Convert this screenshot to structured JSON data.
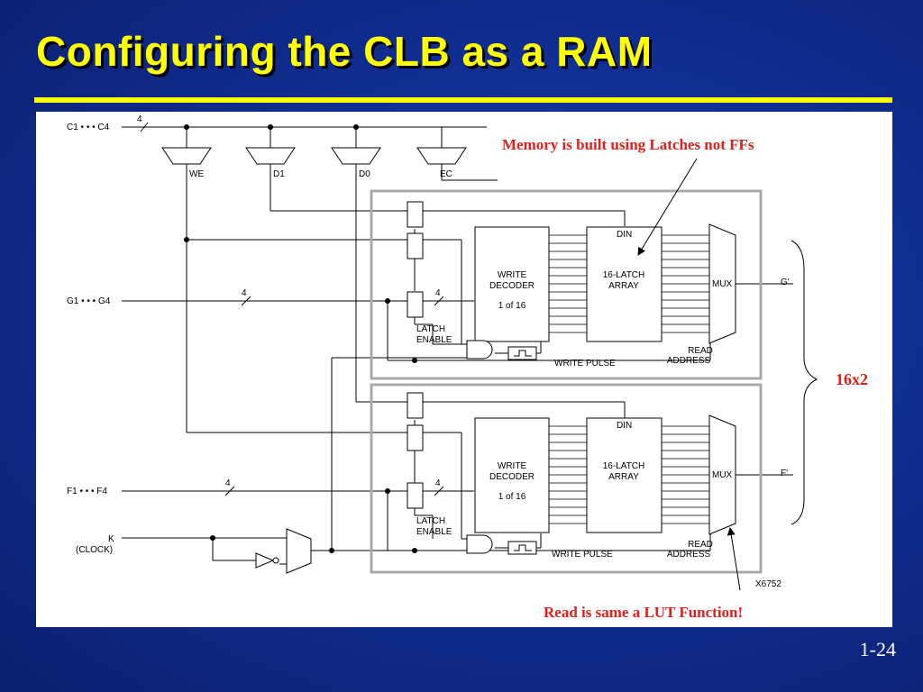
{
  "slide": {
    "title": "Configuring the CLB as a RAM",
    "number": "1-24"
  },
  "diagram": {
    "inputs": {
      "c": "C1 • • • C4",
      "g": "G1 • • • G4",
      "f": "F1 • • • F4",
      "k": "K",
      "k_sub": "(CLOCK)"
    },
    "bus_width": "4",
    "mux_labels": {
      "we": "WE",
      "d1": "D1",
      "d0": "D0",
      "ec": "EC"
    },
    "block": {
      "decoder_line1": "WRITE",
      "decoder_line2": "DECODER",
      "decoder_line3": "1 of 16",
      "array_line1": "16-LATCH",
      "array_line2": "ARRAY",
      "din": "DIN",
      "mux": "MUX",
      "latch_enable_1": "LATCH",
      "latch_enable_2": "ENABLE",
      "write_pulse": "WRITE PULSE",
      "read_address_1": "READ",
      "read_address_2": "ADDRESS"
    },
    "outputs": {
      "g": "G'",
      "f": "F'"
    },
    "figure_id": "X6752",
    "notes": {
      "latches": "Memory is built using Latches not FFs",
      "size": "16x2",
      "lut": "Read is same a LUT Function!"
    }
  }
}
